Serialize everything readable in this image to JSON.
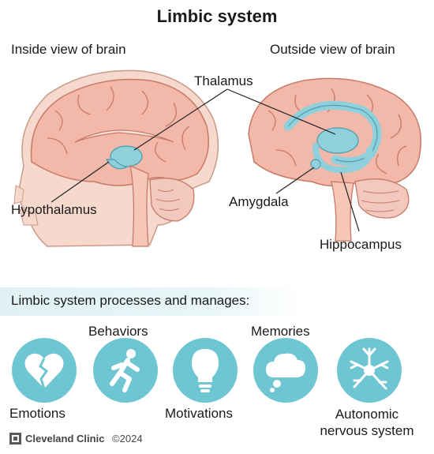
{
  "title": "Limbic system",
  "views": {
    "inside": "Inside view of brain",
    "outside": "Outside view of brain"
  },
  "labels": {
    "thalamus": "Thalamus",
    "hypothalamus": "Hypothalamus",
    "amygdala": "Amygdala",
    "hippocampus": "Hippocampus"
  },
  "banner": "Limbic system processes and manages:",
  "processes": {
    "emotions": "Emotions",
    "behaviors": "Behaviors",
    "motivations": "Motivations",
    "memories": "Memories",
    "autonomic": "Autonomic\nnervous system"
  },
  "footer": {
    "brand": "Cleveland Clinic",
    "copyright": "©2024"
  },
  "colors": {
    "brain_pink": "#f2b8a9",
    "brain_outline": "#c77a67",
    "limbic_blue": "#8fd0dc",
    "circle_teal": "#6ec6d2"
  }
}
